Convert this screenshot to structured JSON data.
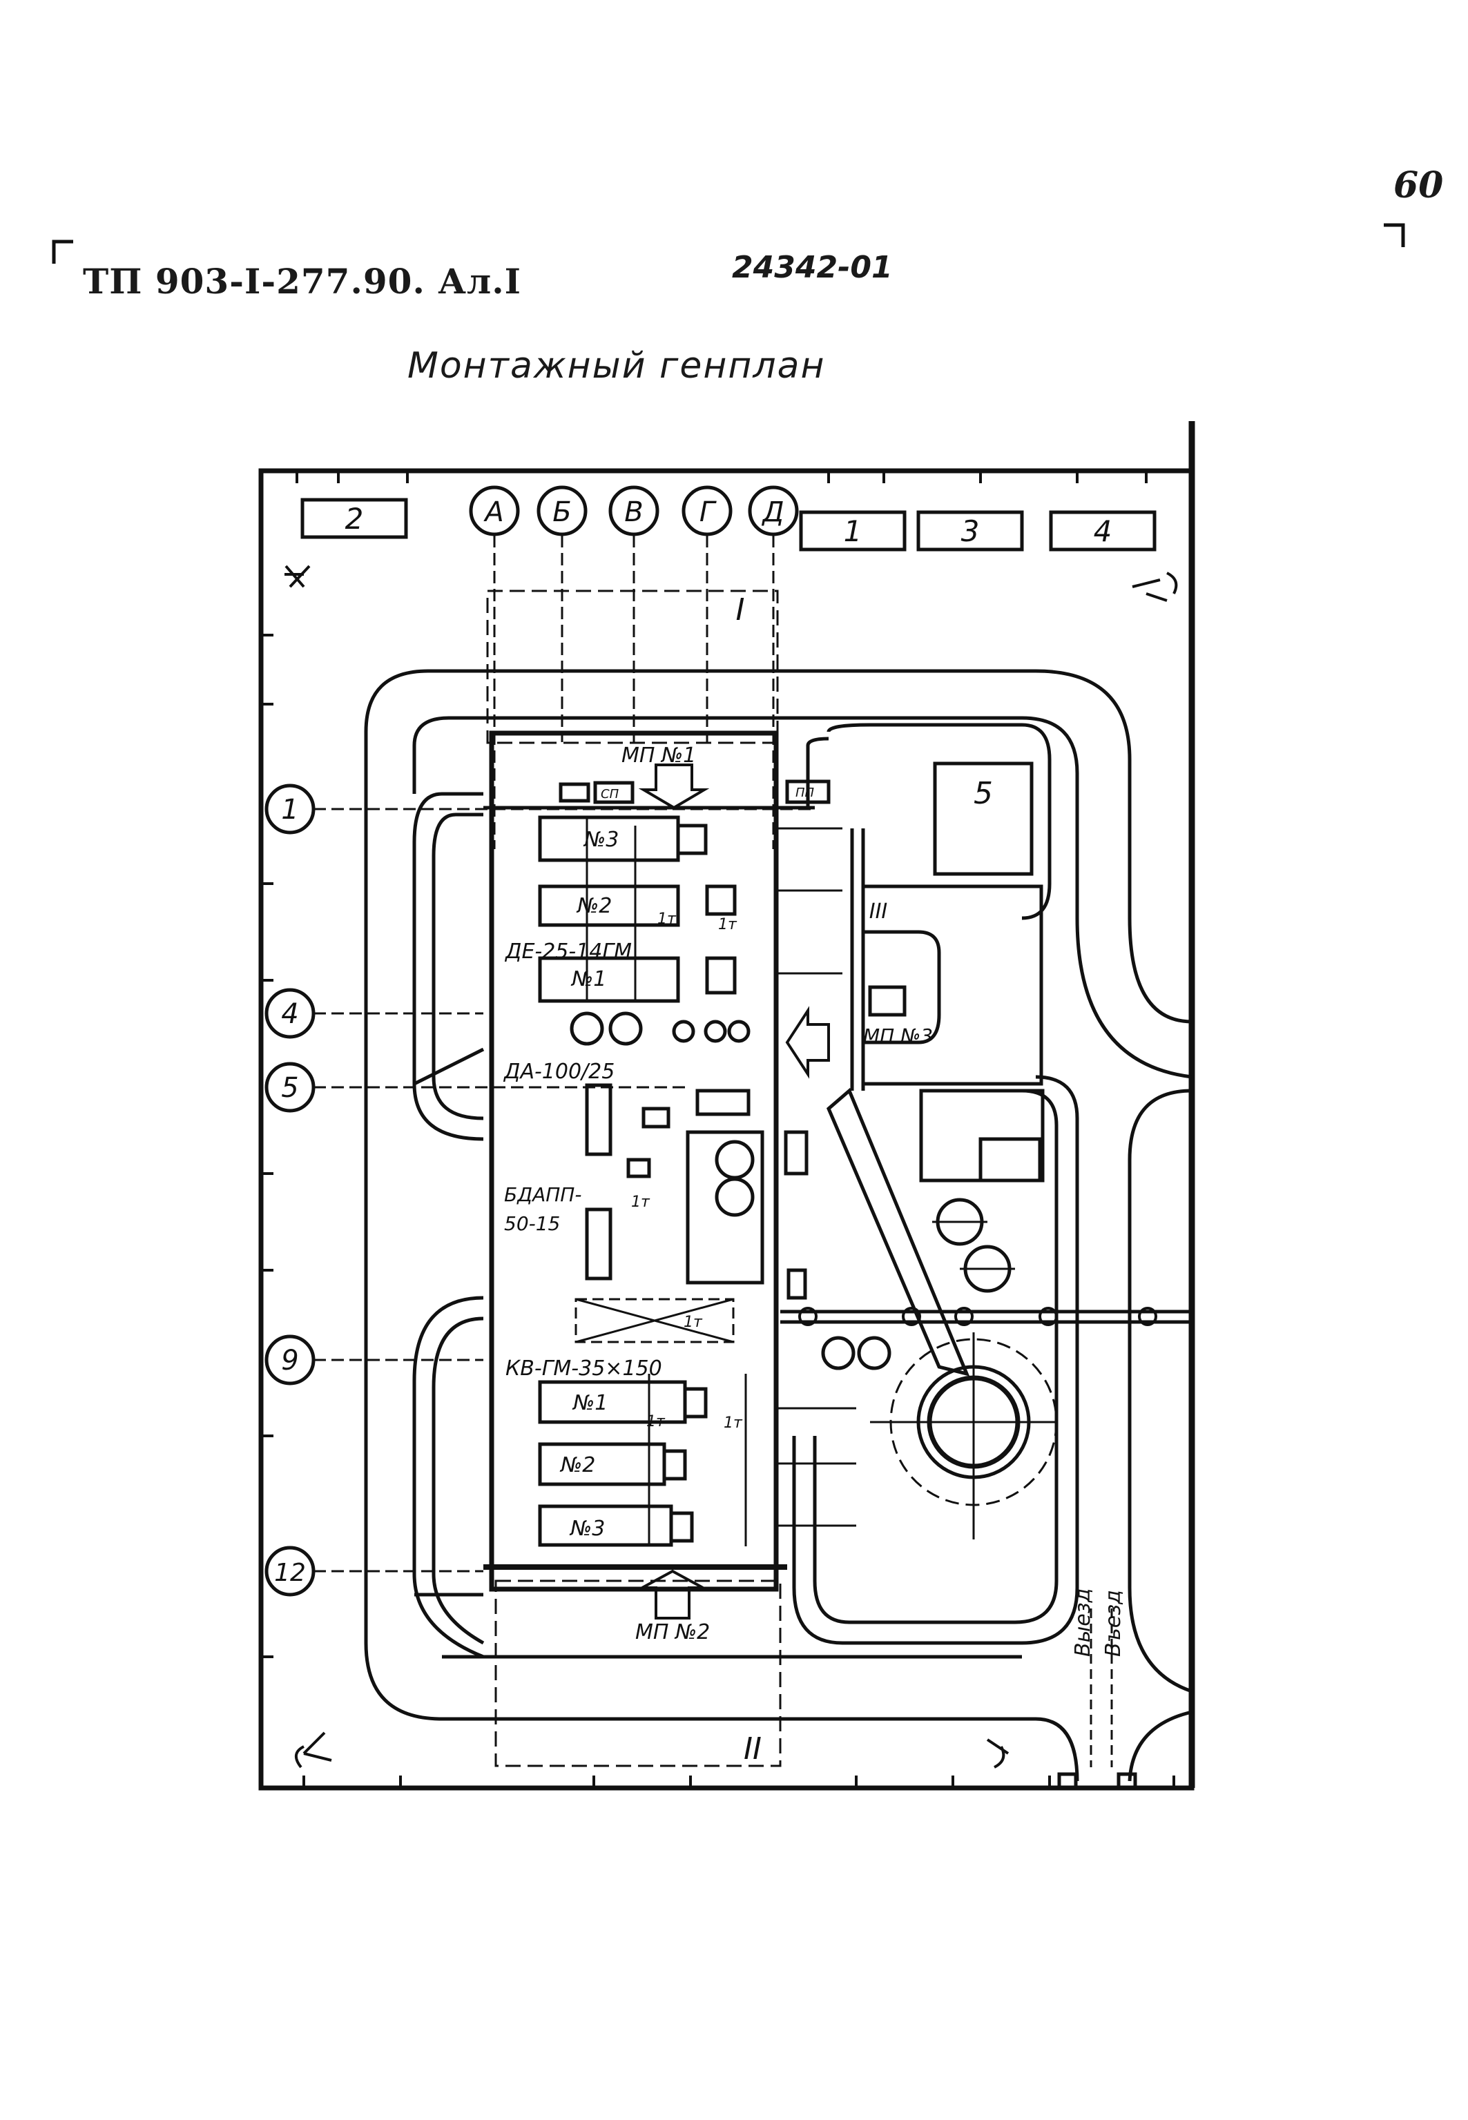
{
  "header": {
    "sheet_number": "60",
    "document_code": "ТП 903-I-277.90. Ал.I",
    "inventory_number": "24342-01",
    "title": "Монтажный генплан"
  },
  "axes": {
    "letters": [
      "А",
      "Б",
      "В",
      "Г",
      "Д"
    ],
    "numbers": [
      "1",
      "4",
      "5",
      "9",
      "12"
    ]
  },
  "buildings": {
    "b2": "2",
    "b1": "1",
    "b3": "3",
    "b4": "4",
    "b5": "5"
  },
  "sections": {
    "s1": "I",
    "s2": "II",
    "s3": "III"
  },
  "labels": {
    "mp1": "МП №1",
    "mp2": "МП №2",
    "mp3": "МП №3",
    "sp": "СП",
    "pp": "ПП",
    "boiler_top_3": "№3",
    "boiler_top_2": "№2",
    "boiler_top_1": "№1",
    "de_boiler": "ДЕ-25-14ГМ",
    "da": "ДА-100/25",
    "bdapp_1": "БДАПП-",
    "bdapp_2": "50-15",
    "kv_boiler": "КВ-ГМ-35×150",
    "boiler_bot_1": "№1",
    "boiler_bot_2": "№2",
    "boiler_bot_3": "№3",
    "t1": "1т",
    "exit": "Выезд",
    "entry": "Въезд"
  }
}
